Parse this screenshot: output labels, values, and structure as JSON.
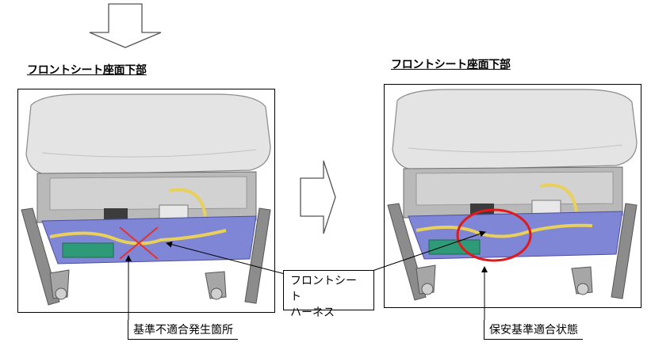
{
  "captions": {
    "left": "フロントシート座面下部",
    "right": "フロントシート座面下部"
  },
  "callout": {
    "line1": "フロントシート",
    "line2": "ハーネス"
  },
  "labels": {
    "nonconforming": "基準不適合発生箇所",
    "conforming": "保安基準適合状態"
  },
  "colors": {
    "harness": "#e8d05a",
    "tray": "#7f86d6",
    "module": "#2e9a78",
    "cross_mark": "#e53030",
    "ring": "#e0191b",
    "seat_cushion": "#e3e3e3"
  },
  "icons": {
    "top_arrow": "down-arrow-icon",
    "middle_arrow": "right-arrow-icon"
  }
}
